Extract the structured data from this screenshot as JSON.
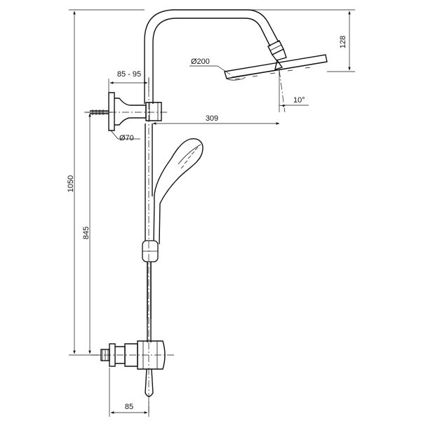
{
  "dimensions": {
    "total_height": "1050",
    "outlet_height": "845",
    "head_drop": "128",
    "arm_reach": "309",
    "bracket_depth": "85 - 95",
    "bracket_diameter": "Ø70",
    "head_diameter": "Ø200",
    "tilt_angle": "10°",
    "valve_depth": "85"
  }
}
